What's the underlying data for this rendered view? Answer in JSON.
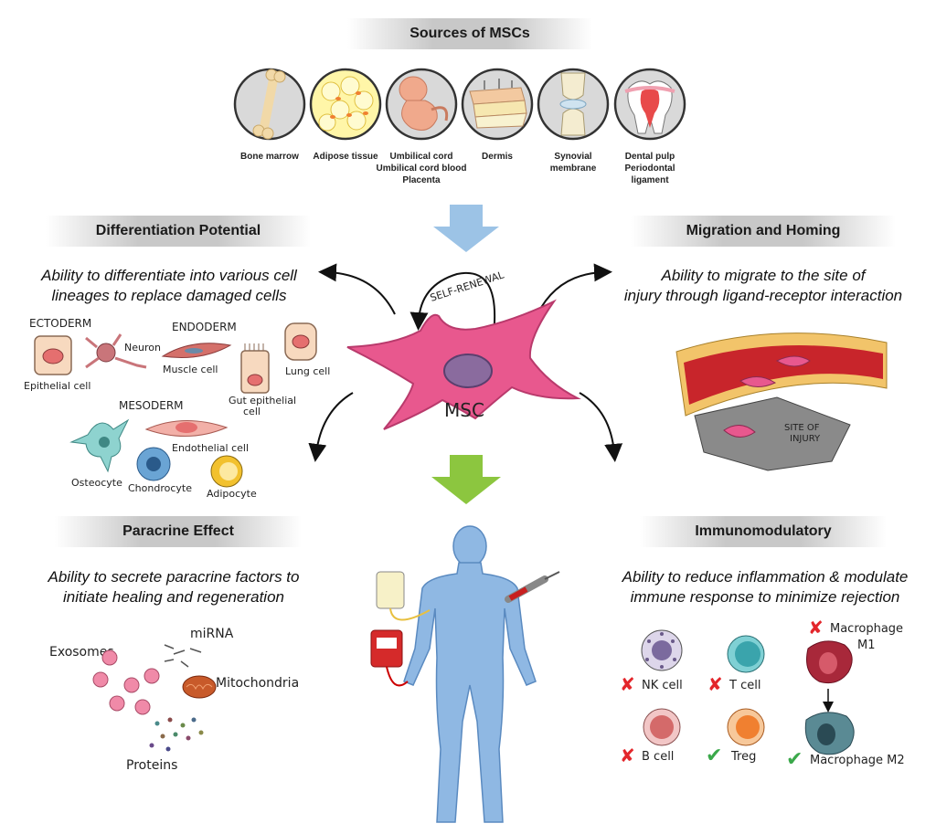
{
  "sources": {
    "title": "Sources of MSCs",
    "items": [
      {
        "label_lines": [
          "Bone marrow"
        ],
        "icon": "bone-icon"
      },
      {
        "label_lines": [
          "Adipose tissue"
        ],
        "icon": "fat-cells-icon"
      },
      {
        "label_lines": [
          "Umbilical cord",
          "Umbilical cord blood",
          "Placenta"
        ],
        "icon": "fetus-icon"
      },
      {
        "label_lines": [
          "Dermis"
        ],
        "icon": "skin-layers-icon"
      },
      {
        "label_lines": [
          "Synovial",
          "membrane"
        ],
        "icon": "knee-joint-icon"
      },
      {
        "label_lines": [
          "Dental pulp",
          "Periodontal",
          "ligament"
        ],
        "icon": "tooth-icon"
      }
    ]
  },
  "differentiation": {
    "title": "Differentiation Potential",
    "desc_lines": [
      "Ability to differentiate into various cell",
      "lineages to replace damaged cells"
    ],
    "ectoderm": "ECTODERM",
    "endoderm": "ENDODERM",
    "mesoderm": "MESODERM",
    "cells": {
      "epithelial": "Epithelial cell",
      "neuron": "Neuron",
      "muscle": "Muscle cell",
      "gut_line1": "Gut epithelial",
      "gut_line2": "cell",
      "lung": "Lung cell",
      "osteocyte": "Osteocyte",
      "endothelial": "Endothelial cell",
      "chondrocyte": "Chondrocyte",
      "adipocyte": "Adipocyte"
    }
  },
  "center": {
    "self_renewal": "SELF-RENEWAL",
    "msc": "MSC"
  },
  "migration": {
    "title": "Migration and Homing",
    "desc_lines": [
      "Ability to migrate to the site of",
      "injury through ligand-receptor interaction"
    ],
    "site_line1": "SITE OF",
    "site_line2": "INJURY"
  },
  "paracrine": {
    "title": "Paracrine Effect",
    "desc_lines": [
      "Ability to secrete paracrine factors to",
      "initiate healing and regeneration"
    ],
    "exosomes": "Exosomes",
    "mirna": "miRNA",
    "mitochondria": "Mitochondria",
    "proteins": "Proteins"
  },
  "immuno": {
    "title": "Immunomodulatory",
    "desc_lines": [
      "Ability to reduce inflammation & modulate",
      "immune response to minimize rejection"
    ],
    "nk": "NK cell",
    "t": "T cell",
    "b": "B cell",
    "treg": "Treg",
    "m1_line1": "Macrophage",
    "m1_line2": "M1",
    "m2": "Macrophage M2"
  },
  "colors": {
    "msc_pink": "#e8588e",
    "nucleus_purple": "#8a6b9e",
    "arrow_blue": "#9cc3e6",
    "arrow_green": "#8cc63f",
    "body_blue": "#8fb8e3",
    "cross_red": "#e3262b",
    "check_green": "#3aa84a"
  }
}
